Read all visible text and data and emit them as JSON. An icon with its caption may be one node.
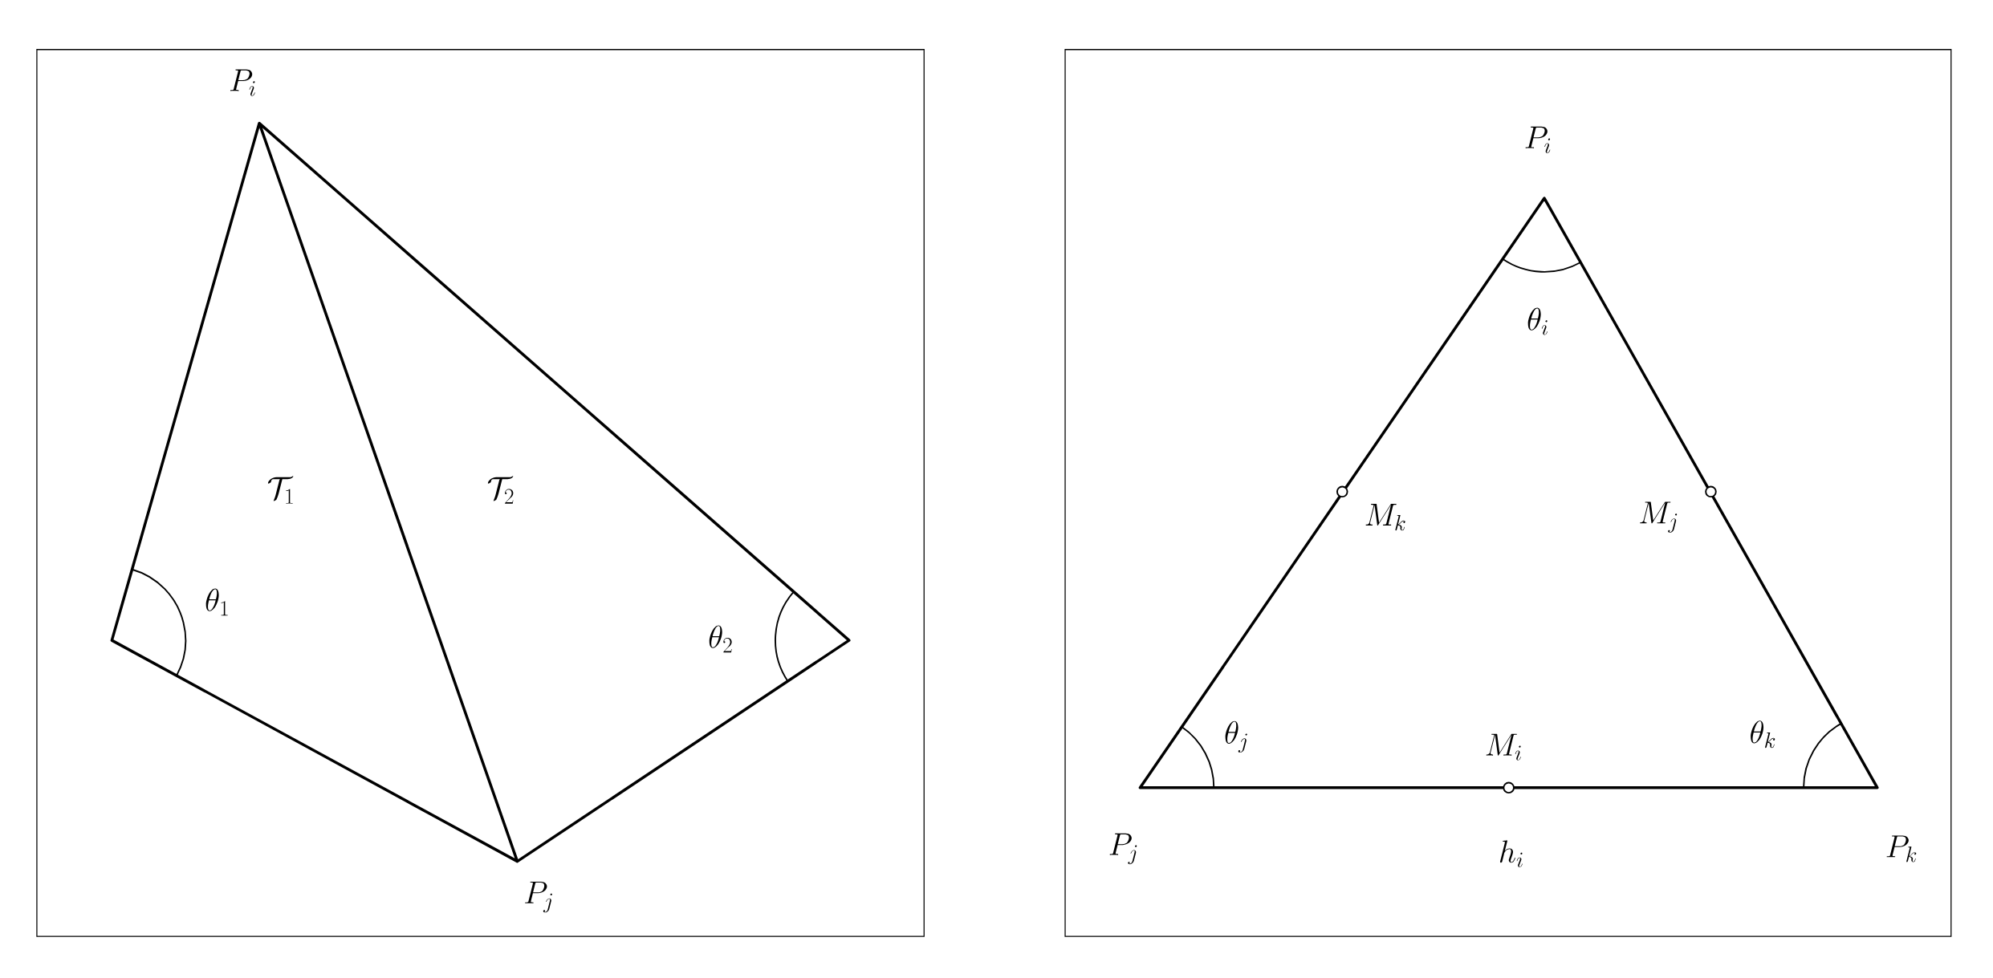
{
  "diagram": {
    "labels": [
      "P_i",
      "\\mathcal{T}_1",
      "\\mathcal{T}_2",
      "\\theta_1",
      "\\theta_2",
      "P_j",
      "P_i",
      "\\theta_i",
      "M_k",
      "M_j",
      "\\theta_j",
      "M_i",
      "\\theta_k",
      "P_j",
      "h_i",
      "P_k"
    ]
  }
}
